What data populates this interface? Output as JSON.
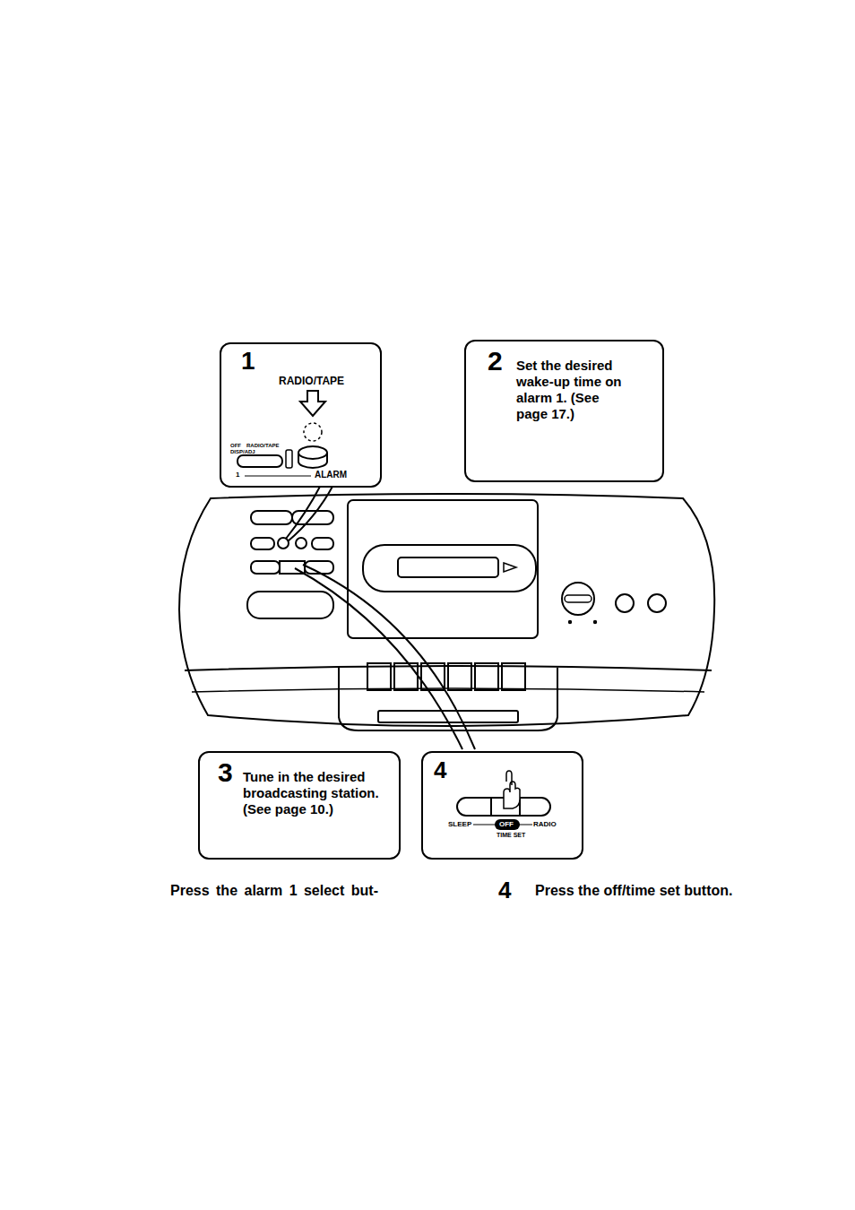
{
  "diagram": {
    "nodes": [
      {
        "text": [
          "1",
          "RADIO/TAPE",
          "OFF",
          "RADIO/TAPE",
          "DISP/ADJ",
          "1",
          "ALARM"
        ]
      },
      {
        "text": [
          "2",
          "Set the desired wake-up time on alarm 1. (See page 17.)"
        ]
      },
      {
        "text": [
          "3",
          "Tune in the desired broadcasting station. (See page 10.)"
        ]
      },
      {
        "text": [
          "4",
          "SLEEP",
          "OFF",
          "RADIO",
          "TIME SET"
        ]
      }
    ],
    "labels": [
      "Press the alarm 1 select but-",
      "4",
      "Press the off/time set button."
    ]
  }
}
